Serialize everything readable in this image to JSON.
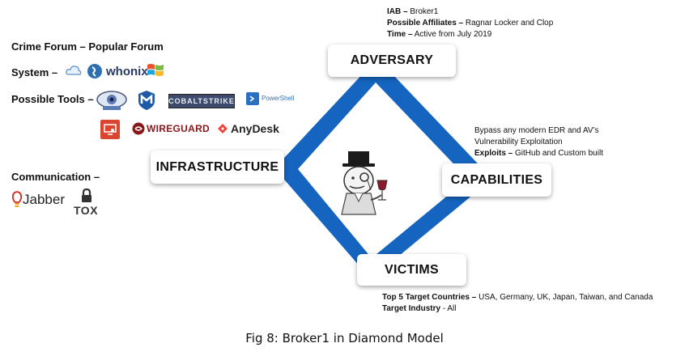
{
  "left_panel": {
    "crime_forum": "Crime Forum – Popular Forum",
    "system_label": "System –",
    "system_icons": {
      "whonix": "whonix"
    },
    "tools_label": "Possible Tools –",
    "tools_icons": {
      "cobaltstrike": "COBALTSTRIKE",
      "powershell": "PowerShell",
      "wireguard": "WIREGUARD",
      "anydesk": "AnyDesk"
    },
    "communication_label": "Communication –",
    "communication_icons": {
      "jabber": "Jabber",
      "tox": "TOX"
    }
  },
  "adversary_notes": {
    "iab_key": "IAB –",
    "iab_val": " Broker1",
    "affiliates_key": "Possible Affiliates –",
    "affiliates_val": " Ragnar Locker and Clop",
    "time_key": "Time –",
    "time_val": " Active from July 2019"
  },
  "capabilities_notes": {
    "line1": "Bypass any modern EDR and AV’s",
    "line2": "Vulnerability Exploitation",
    "exploits_key": "Exploits –",
    "exploits_val": " GitHub and Custom built"
  },
  "victims_notes": {
    "countries_key": "Top 5 Target Countries –",
    "countries_val": " USA, Germany, UK, Japan, Taiwan, and Canada",
    "industry_key": "Target Industry",
    "industry_val": " - All"
  },
  "diamond": {
    "adversary": "ADVERSARY",
    "infrastructure": "INFRASTRUCTURE",
    "capabilities": "CAPABILITIES",
    "victims": "VICTIMS",
    "color": "#1565c0"
  },
  "caption": "Fig 8: Broker1 in Diamond Model"
}
